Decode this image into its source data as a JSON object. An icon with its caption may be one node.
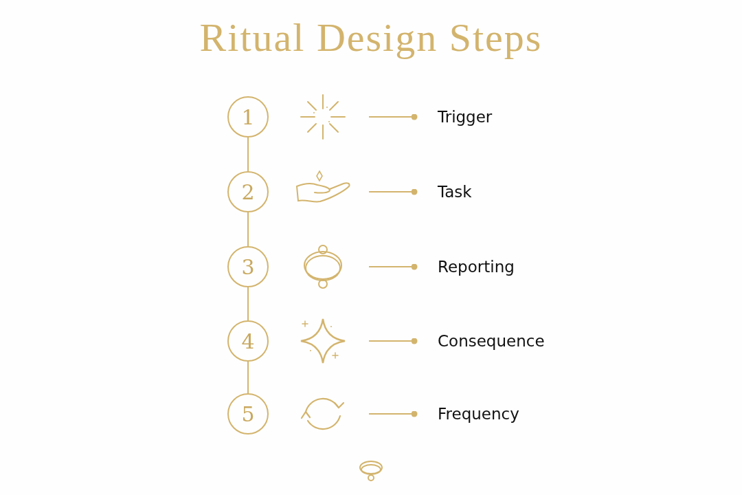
{
  "diagram": {
    "title": "Ritual Design Steps",
    "nodes": [
      {
        "text": [
          "1"
        ]
      },
      {
        "text": [
          "2"
        ]
      },
      {
        "text": [
          "3"
        ]
      },
      {
        "text": [
          "4"
        ]
      },
      {
        "text": [
          "5"
        ]
      },
      {
        "text": [
          "Trigger"
        ]
      },
      {
        "text": [
          "Task"
        ]
      },
      {
        "text": [
          "Reporting"
        ]
      },
      {
        "text": [
          "Consequence"
        ]
      },
      {
        "text": [
          "Frequency"
        ]
      }
    ],
    "edges": [
      {
        "from": 0,
        "to": 1,
        "arrow": "none"
      },
      {
        "from": 1,
        "to": 2,
        "arrow": "none"
      },
      {
        "from": 2,
        "to": 3,
        "arrow": "none"
      },
      {
        "from": 3,
        "to": 4,
        "arrow": "none"
      },
      {
        "from": null,
        "to": 5,
        "arrow": "other"
      },
      {
        "from": null,
        "to": 6,
        "arrow": "other"
      },
      {
        "from": null,
        "to": 7,
        "arrow": "other"
      },
      {
        "from": null,
        "to": 8,
        "arrow": "other"
      },
      {
        "from": null,
        "to": 9,
        "arrow": "other"
      }
    ]
  }
}
